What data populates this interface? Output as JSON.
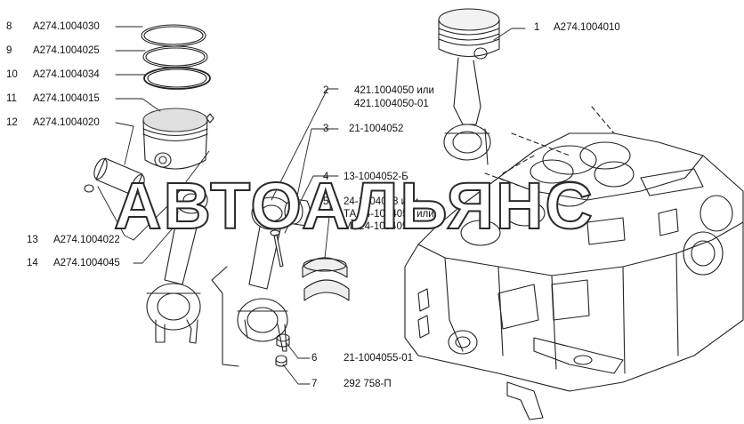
{
  "watermark": "АВТОАЛЬЯНС",
  "callouts": [
    {
      "num": "1",
      "part": "А274.1004010"
    },
    {
      "num": "2",
      "part": "421.1004050 или",
      "part2": "421.1004050-01"
    },
    {
      "num": "3",
      "part": "21-1004052"
    },
    {
      "num": "4",
      "part": "13-1004052-Б"
    },
    {
      "num": "5",
      "part": "24-1004058 или",
      "part2": "ТА 24-1004058 или",
      "part3": "МА24-1004058"
    },
    {
      "num": "6",
      "part": "21-1004055-01"
    },
    {
      "num": "7",
      "part": "292 758-П"
    },
    {
      "num": "8",
      "part": "А274.1004030"
    },
    {
      "num": "9",
      "part": "А274.1004025"
    },
    {
      "num": "10",
      "part": "А274.1004034"
    },
    {
      "num": "11",
      "part": "А274.1004015"
    },
    {
      "num": "12",
      "part": "А274.1004020"
    },
    {
      "num": "13",
      "part": "А274.1004022"
    },
    {
      "num": "14",
      "part": "А274.1004045"
    }
  ]
}
